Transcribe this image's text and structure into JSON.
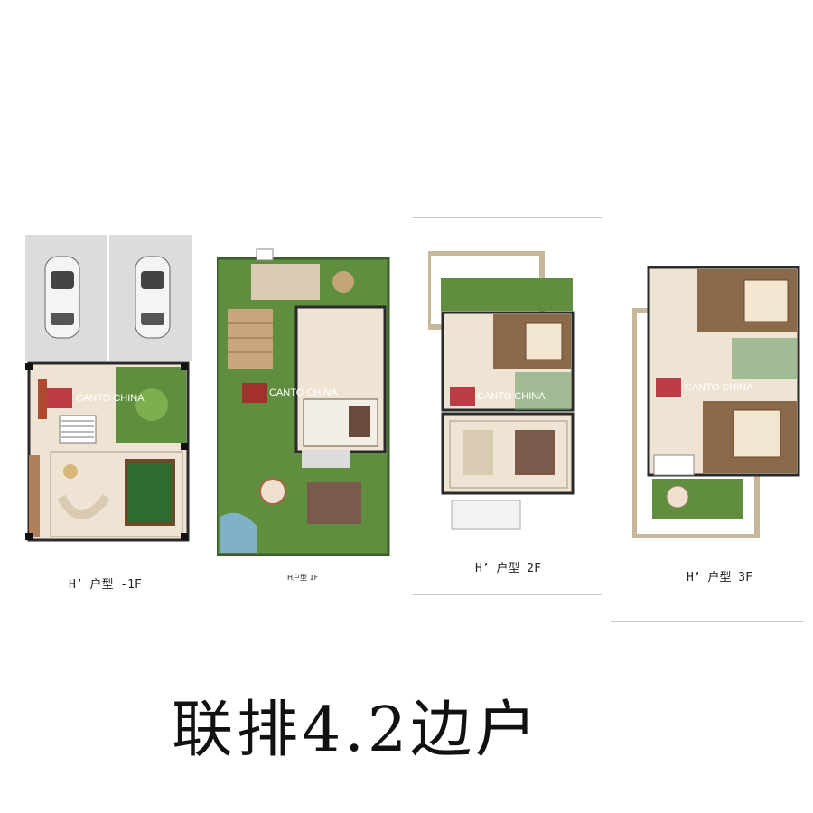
{
  "plans": [
    {
      "label": "H’ 户型 -1F"
    },
    {
      "label": "H户型 1F"
    },
    {
      "label": "H’ 户型 2F"
    },
    {
      "label": "H’ 户型 3F"
    }
  ],
  "watermark": {
    "brand": "CANTO CHINA"
  },
  "caption": "联排4.2边户",
  "colors": {
    "wall": "#2a2a2a",
    "floor": "#efe4d4",
    "grass": "#5f8f3e",
    "wood": "#8a6a4a",
    "pavement": "#dcdcdc"
  }
}
